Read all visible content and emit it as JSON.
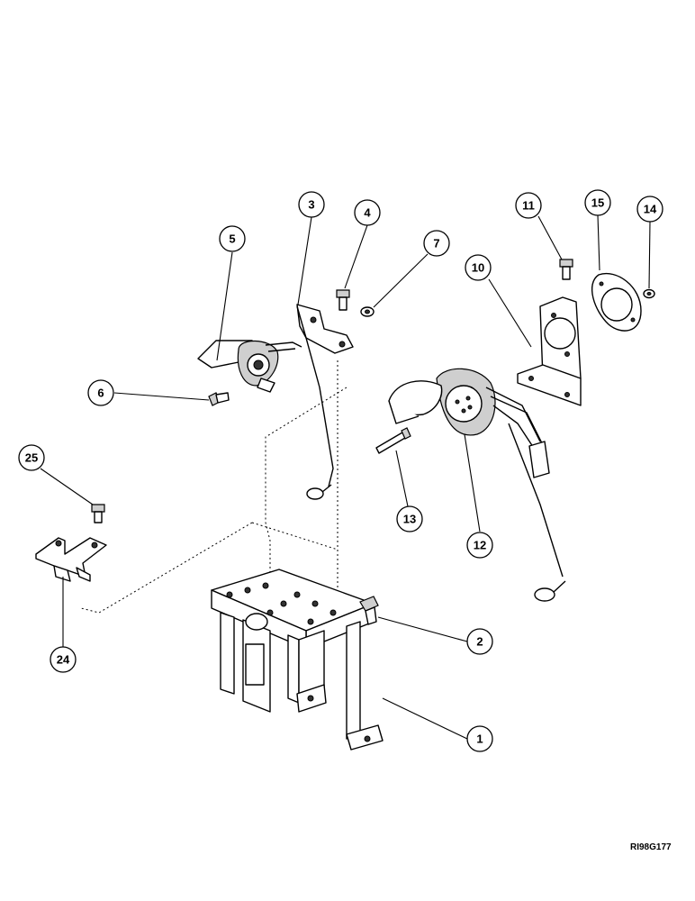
{
  "drawing_ref": "RI98G177",
  "callouts": [
    {
      "id": "c1",
      "label": "1"
    },
    {
      "id": "c2",
      "label": "2"
    },
    {
      "id": "c3",
      "label": "3"
    },
    {
      "id": "c4",
      "label": "4"
    },
    {
      "id": "c5",
      "label": "5"
    },
    {
      "id": "c6",
      "label": "6"
    },
    {
      "id": "c7",
      "label": "7"
    },
    {
      "id": "c10",
      "label": "10"
    },
    {
      "id": "c11",
      "label": "11"
    },
    {
      "id": "c12",
      "label": "12"
    },
    {
      "id": "c13",
      "label": "13"
    },
    {
      "id": "c14",
      "label": "14"
    },
    {
      "id": "c15",
      "label": "15"
    },
    {
      "id": "c24",
      "label": "24"
    },
    {
      "id": "c25",
      "label": "25"
    }
  ]
}
